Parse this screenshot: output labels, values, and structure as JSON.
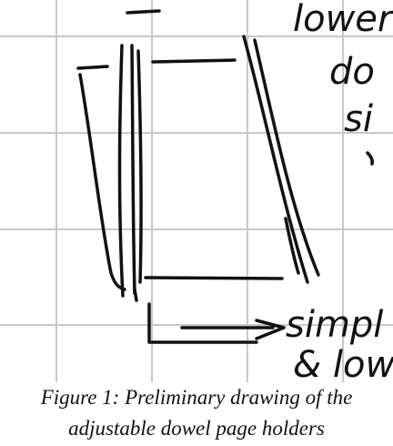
{
  "figure": {
    "caption_line1": "Figure 1: Preliminary drawing of the",
    "caption_line2": "adjustable dowel page holders",
    "handwritten_notes": {
      "top_right_1": "lower",
      "top_right_2": "do",
      "top_right_3": "si",
      "arrow_label_1": "simpl",
      "arrow_label_2": "& low"
    }
  },
  "colors": {
    "grid": "#c8c8c8",
    "ink": "#111111",
    "background": "#ffffff"
  }
}
